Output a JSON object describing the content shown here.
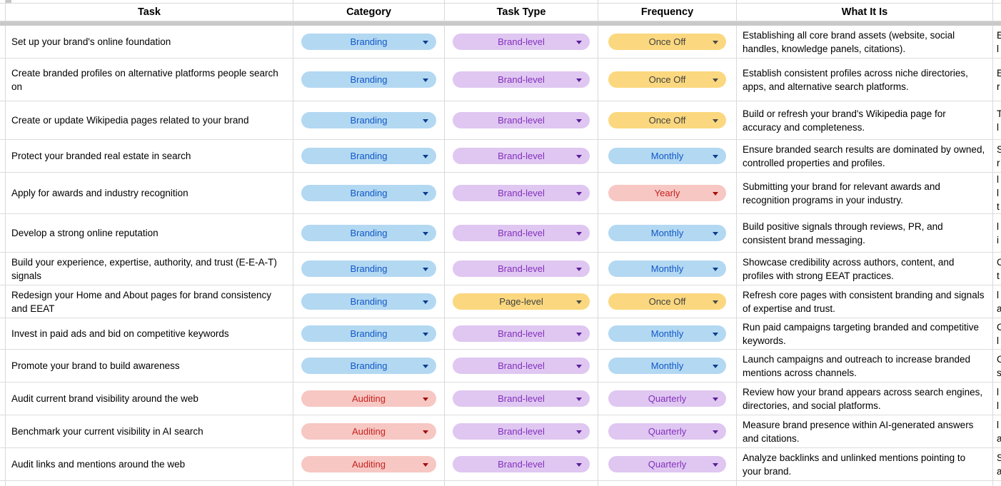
{
  "table": {
    "columns": [
      {
        "key": "task",
        "label": "Task"
      },
      {
        "key": "category",
        "label": "Category"
      },
      {
        "key": "task_type",
        "label": "Task Type"
      },
      {
        "key": "frequency",
        "label": "Frequency"
      },
      {
        "key": "what_it_is",
        "label": "What It Is"
      }
    ],
    "rows": [
      {
        "task": "Set up your brand's online foundation",
        "category": "Branding",
        "category_color": "blue",
        "task_type": "Brand-level",
        "task_type_color": "purple",
        "frequency": "Once Off",
        "frequency_color": "yellow",
        "what_it_is": "Establishing all core brand assets (website, social handles, knowledge panels, citations).",
        "peek": "E\nl"
      },
      {
        "task": "Create branded profiles on alternative platforms people search on",
        "category": "Branding",
        "category_color": "blue",
        "task_type": "Brand-level",
        "task_type_color": "purple",
        "frequency": "Once Off",
        "frequency_color": "yellow",
        "what_it_is": "Establish consistent profiles across niche directories, apps, and alternative search platforms.",
        "peek": "E\nr"
      },
      {
        "task": "Create or update Wikipedia pages related to your brand",
        "category": "Branding",
        "category_color": "blue",
        "task_type": "Brand-level",
        "task_type_color": "purple",
        "frequency": "Once Off",
        "frequency_color": "yellow",
        "what_it_is": "Build or refresh your brand's Wikipedia page for accuracy and completeness.",
        "peek": "T\nl"
      },
      {
        "task": "Protect your branded real estate in search",
        "category": "Branding",
        "category_color": "blue",
        "task_type": "Brand-level",
        "task_type_color": "purple",
        "frequency": "Monthly",
        "frequency_color": "blue",
        "what_it_is": "Ensure branded search results are dominated by owned, controlled properties and profiles.",
        "peek": "S\nr"
      },
      {
        "task": "Apply for awards and industry recognition",
        "category": "Branding",
        "category_color": "blue",
        "task_type": "Brand-level",
        "task_type_color": "purple",
        "frequency": "Yearly",
        "frequency_color": "red",
        "what_it_is": "Submitting your brand for relevant awards and recognition programs in your industry.",
        "peek": "l\nl\nt"
      },
      {
        "task": "Develop a strong online reputation",
        "category": "Branding",
        "category_color": "blue",
        "task_type": "Brand-level",
        "task_type_color": "purple",
        "frequency": "Monthly",
        "frequency_color": "blue",
        "what_it_is": "Build positive signals through reviews, PR, and consistent brand messaging.",
        "peek": "l\ni"
      },
      {
        "task": "Build your experience, expertise, authority, and trust (E-E-A-T) signals",
        "category": "Branding",
        "category_color": "blue",
        "task_type": "Brand-level",
        "task_type_color": "purple",
        "frequency": "Monthly",
        "frequency_color": "blue",
        "what_it_is": "Showcase credibility across authors, content, and profiles with strong EEAT practices.",
        "peek": "C\nt"
      },
      {
        "task": "Redesign your Home and About pages for brand consistency and EEAT",
        "category": "Branding",
        "category_color": "blue",
        "task_type": "Page-level",
        "task_type_color": "yellow",
        "frequency": "Once Off",
        "frequency_color": "yellow",
        "what_it_is": "Refresh core pages with consistent branding and signals of expertise and trust.",
        "peek": "l\na"
      },
      {
        "task": "Invest in paid ads and bid on competitive keywords",
        "category": "Branding",
        "category_color": "blue",
        "task_type": "Brand-level",
        "task_type_color": "purple",
        "frequency": "Monthly",
        "frequency_color": "blue",
        "what_it_is": "Run paid campaigns targeting branded and competitive keywords.",
        "peek": "C\nl"
      },
      {
        "task": "Promote your brand to build awareness",
        "category": "Branding",
        "category_color": "blue",
        "task_type": "Brand-level",
        "task_type_color": "purple",
        "frequency": "Monthly",
        "frequency_color": "blue",
        "what_it_is": "Launch campaigns and outreach to increase branded mentions across channels.",
        "peek": "C\ns"
      },
      {
        "task": "Audit current brand visibility around the web",
        "category": "Auditing",
        "category_color": "red",
        "task_type": "Brand-level",
        "task_type_color": "purple",
        "frequency": "Quarterly",
        "frequency_color": "purple",
        "what_it_is": "Review how your brand appears across search engines, directories, and social platforms.",
        "peek": "l\nl"
      },
      {
        "task": "Benchmark your current visibility in AI search",
        "category": "Auditing",
        "category_color": "red",
        "task_type": "Brand-level",
        "task_type_color": "purple",
        "frequency": "Quarterly",
        "frequency_color": "purple",
        "what_it_is": "Measure brand presence within AI-generated answers and citations.",
        "peek": "l\na"
      },
      {
        "task": "Audit links and mentions around the web",
        "category": "Auditing",
        "category_color": "red",
        "task_type": "Brand-level",
        "task_type_color": "purple",
        "frequency": "Quarterly",
        "frequency_color": "purple",
        "what_it_is": "Analyze backlinks and unlinked mentions pointing to your brand.",
        "peek": "S\na"
      },
      {
        "task": "",
        "category": "",
        "category_color": "",
        "task_type": "",
        "task_type_color": "",
        "frequency": "",
        "frequency_color": "",
        "what_it_is": "",
        "peek": ""
      }
    ]
  },
  "chip_palette": {
    "blue_bg": "#b3d8f2",
    "blue_text": "#1158c7",
    "red_bg": "#f7c7c3",
    "red_text": "#c5221f",
    "purple_bg": "#dfc7f1",
    "purple_text": "#8430bd",
    "yellow_bg": "#fbd87f",
    "yellow_text": "#3f3f3f",
    "gridline": "#d9d9d9",
    "frozen_divider": "#c9c9c9"
  }
}
